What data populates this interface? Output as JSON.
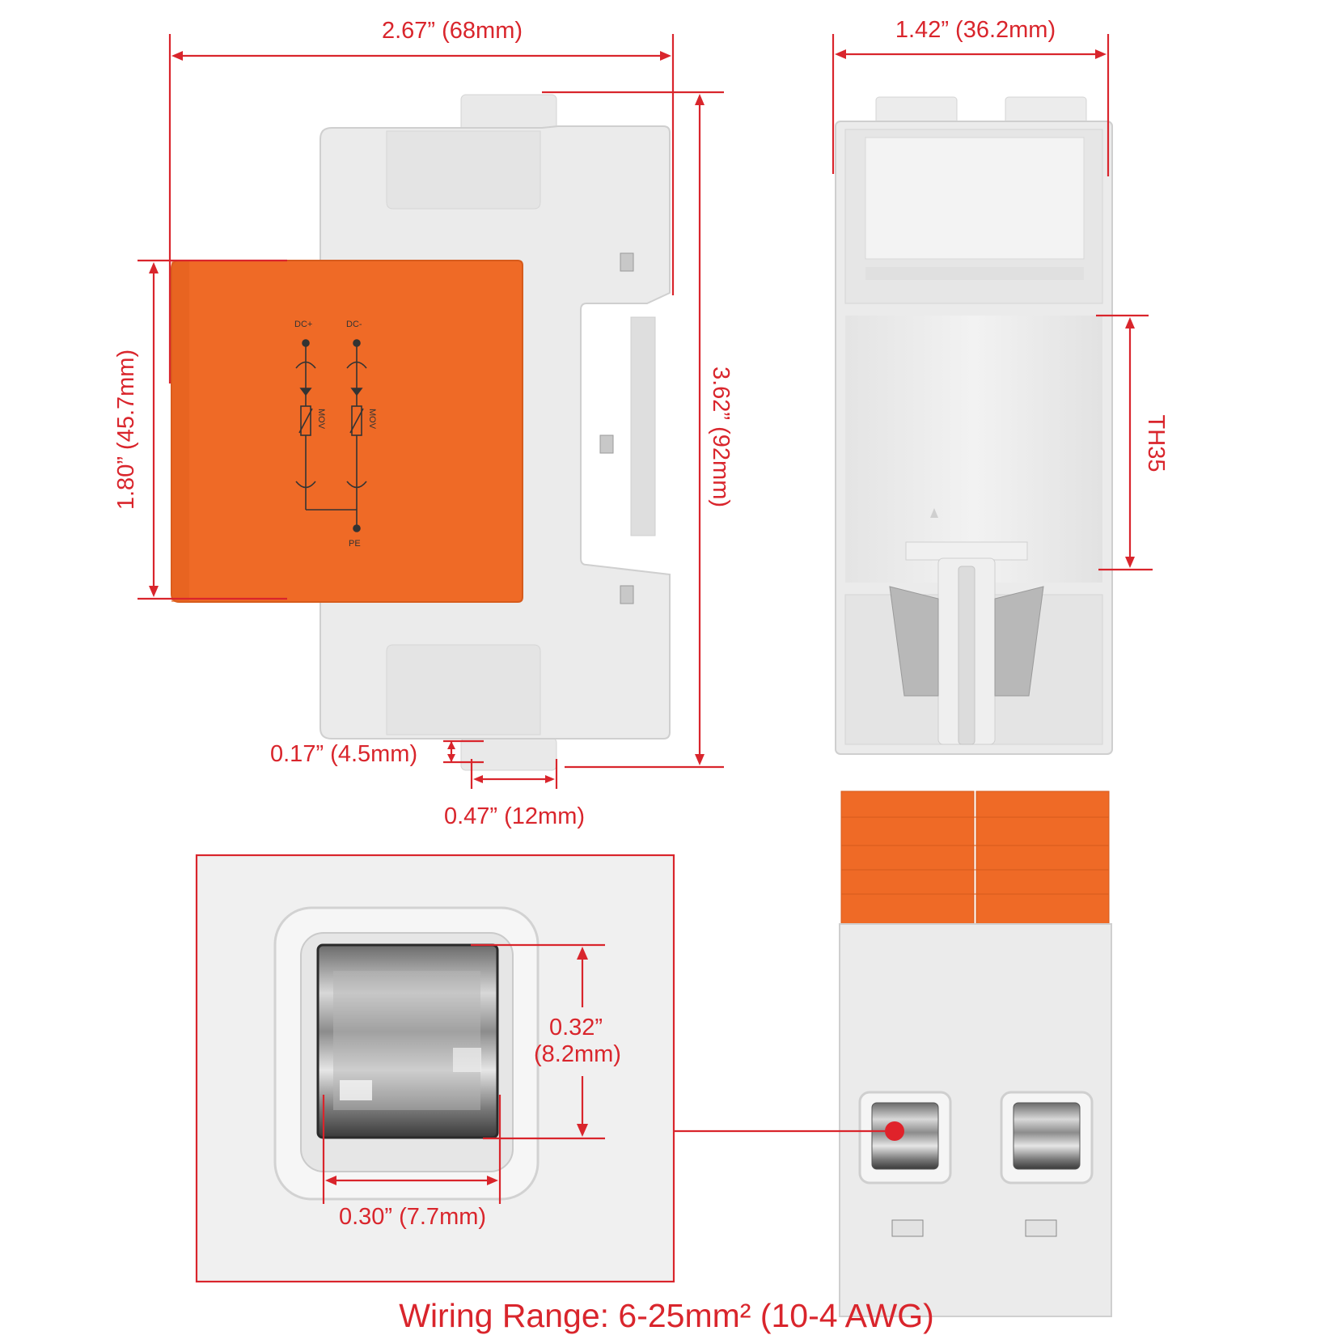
{
  "colors": {
    "dimension_red": "#d9252c",
    "housing_grey": "#ececec",
    "cover_orange": "#ef6a26"
  },
  "side_view": {
    "width_label": "2.67” (68mm)",
    "height_label": "3.62” (92mm)",
    "cover_height_label": "1.80” (45.7mm)",
    "foot_height_label": "0.17” (4.5mm)",
    "foot_width_label": "0.47” (12mm)",
    "schematic": {
      "terminal_dc_plus": "DC+",
      "terminal_dc_minus": "DC-",
      "element_1": "MOV",
      "element_2": "MOV",
      "terminal_pe": "PE"
    }
  },
  "rear_view": {
    "width_label": "1.42” (36.2mm)",
    "rail_label": "TH35"
  },
  "terminal_detail": {
    "opening_height_label_line1": "0.32”",
    "opening_height_label_line2": "(8.2mm)",
    "opening_width_label": "0.30” (7.7mm)"
  },
  "caption": "Wiring Range: 6-25mm² (10-4 AWG)"
}
